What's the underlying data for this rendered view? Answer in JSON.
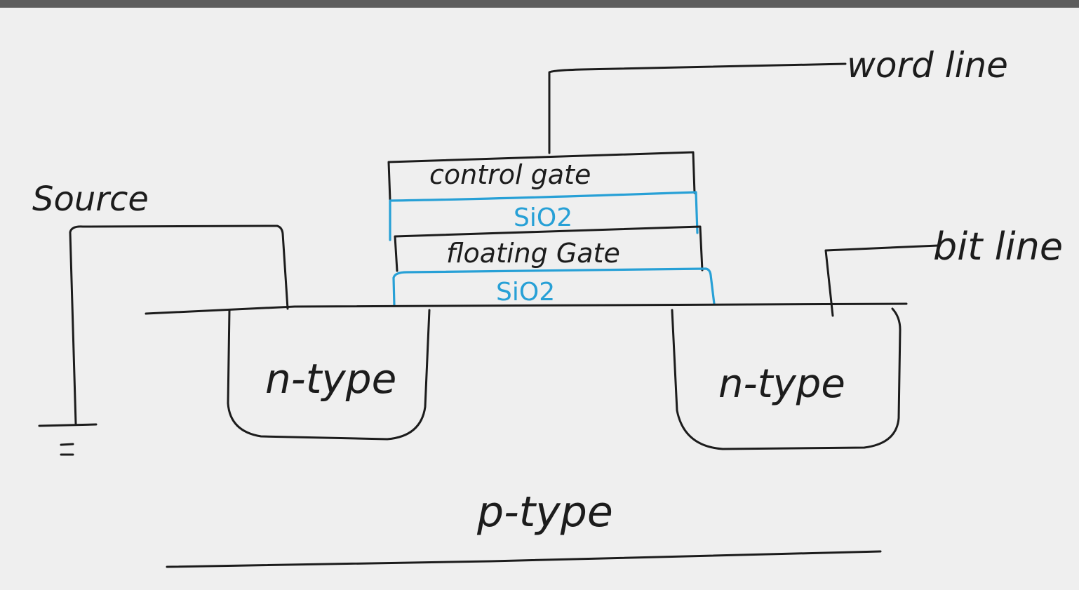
{
  "diagram": {
    "labels": {
      "word_line": "word line",
      "bit_line": "bit line",
      "source": "Source",
      "control_gate": "control gate",
      "oxide_top": "SiO2",
      "floating_gate": "floating Gate",
      "oxide_bottom": "SiO2",
      "n_type_left": "n-type",
      "n_type_right": "n-type",
      "p_type": "p-type"
    },
    "colors": {
      "ink": "#1c1c1c",
      "oxide": "#27a0d6",
      "paper": "#efefef",
      "top_bar": "#5d5d5d"
    },
    "icons": {
      "ground": "ground-symbol-icon"
    }
  }
}
